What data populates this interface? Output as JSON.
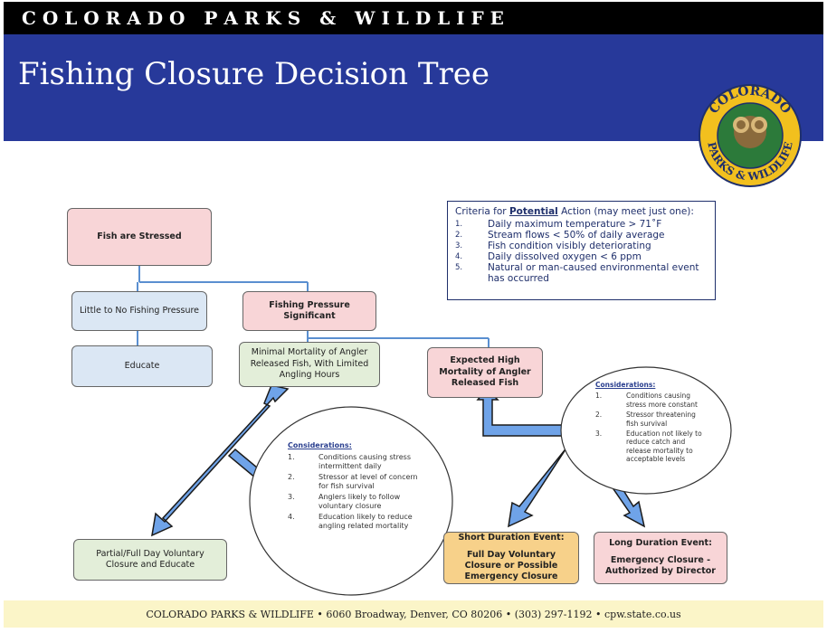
{
  "topbar": "C O L O R A D O   P A R K S   &   W I L D L I F E",
  "title": "Fishing Closure Decision Tree",
  "logo": {
    "top_text": "COLORADO",
    "bottom_text": "PARKS & WILDLIFE",
    "colors": {
      "ring": "#f2c01e",
      "inner": "#2c7a3a"
    }
  },
  "nodes": {
    "fish_stressed": "Fish are Stressed",
    "little_pressure": "Little to No Fishing Pressure",
    "significant_pressure": "Fishing Pressure Significant",
    "educate": "Educate",
    "minimal_mortality": "Minimal Mortality of Angler Released Fish, With Limited Angling Hours",
    "high_mortality": "Expected High Mortality of Angler Released Fish",
    "partial_closure": "Partial/Full Day Voluntary Closure and Educate",
    "short_title": "Short Duration Event:",
    "short_body": "Full Day Voluntary Closure or Possible Emergency Closure",
    "long_title": "Long Duration Event:",
    "long_body": "Emergency Closure - Authorized by Director"
  },
  "criteria": {
    "prefix": "Criteria for ",
    "emph": "Potential",
    "suffix": " Action (may meet just one):",
    "items": [
      {
        "n": "1.",
        "t": "Daily maximum temperature > 71˚F"
      },
      {
        "n": "2.",
        "t": "Stream flows < 50% of daily average"
      },
      {
        "n": "3.",
        "t": "Fish condition visibly deteriorating"
      },
      {
        "n": "4.",
        "t": "Daily dissolved oxygen < 6 ppm"
      },
      {
        "n": "5.",
        "t": "Natural or man-caused environmental event has occurred"
      }
    ]
  },
  "considerations_left": {
    "heading": "Considerations:",
    "items": [
      {
        "n": "1.",
        "t": "Conditions causing stress intermittent daily"
      },
      {
        "n": "2.",
        "t": "Stressor at level of concern for fish survival"
      },
      {
        "n": "3.",
        "t": "Anglers likely to follow voluntary closure"
      },
      {
        "n": "4.",
        "t": "Education likely to reduce angling related mortality"
      }
    ]
  },
  "considerations_right": {
    "heading": "Considerations:",
    "items": [
      {
        "n": "1.",
        "t": "Conditions causing stress more constant"
      },
      {
        "n": "2.",
        "t": "Stressor threatening fish survival"
      },
      {
        "n": "3.",
        "t": "Education not likely to reduce catch and release mortality to acceptable levels"
      }
    ]
  },
  "footer": "COLORADO PARKS & WILDLIFE • 6060 Broadway, Denver, CO 80206 • (303) 297-1192 • cpw.state.co.us"
}
